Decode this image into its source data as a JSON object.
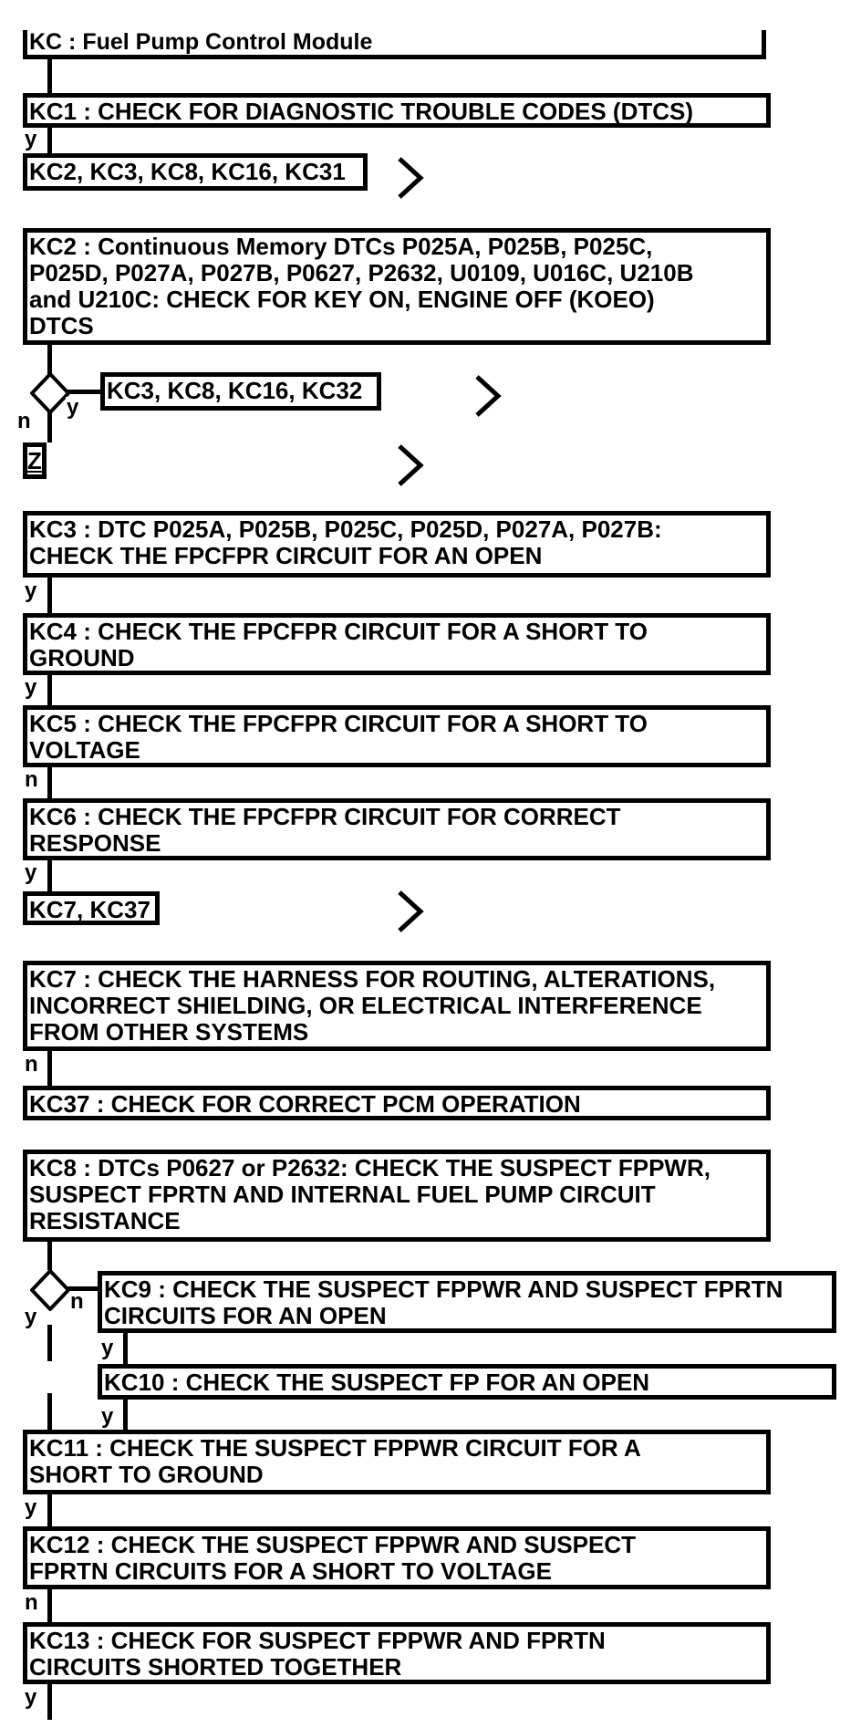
{
  "title": {
    "text": "KC : Fuel Pump Control Module"
  },
  "nodes": {
    "kc1": {
      "lines": [
        "KC1 : CHECK FOR DIAGNOSTIC TROUBLE CODES (DTCS)"
      ]
    },
    "kc2_list": {
      "lines": [
        "KC2, KC3, KC8, KC16, KC31"
      ]
    },
    "kc2": {
      "lines": [
        "KC2 : Continuous Memory DTCs P025A, P025B, P025C,",
        "P025D, P027A, P027B, P0627, P2632, U0109, U016C, U210B",
        "and U210C: CHECK FOR KEY ON, ENGINE OFF (KOEO)",
        "DTCS"
      ]
    },
    "kc3_list": {
      "lines": [
        "KC3, KC8, KC16, KC32"
      ]
    },
    "z_ref": {
      "text": "Z"
    },
    "kc3": {
      "lines": [
        "KC3 : DTC P025A, P025B, P025C, P025D, P027A, P027B:",
        "CHECK THE FPCFPR CIRCUIT FOR AN OPEN"
      ]
    },
    "kc4": {
      "lines": [
        "KC4 : CHECK THE FPCFPR CIRCUIT FOR A SHORT TO",
        "GROUND"
      ]
    },
    "kc5": {
      "lines": [
        "KC5 : CHECK THE FPCFPR CIRCUIT FOR A SHORT TO",
        "VOLTAGE"
      ]
    },
    "kc6": {
      "lines": [
        "KC6 : CHECK THE FPCFPR CIRCUIT FOR CORRECT",
        "RESPONSE"
      ]
    },
    "kc7_list": {
      "lines": [
        "KC7, KC37"
      ]
    },
    "kc7": {
      "lines": [
        "KC7 : CHECK THE HARNESS FOR ROUTING, ALTERATIONS,",
        "INCORRECT SHIELDING, OR ELECTRICAL INTERFERENCE",
        "FROM OTHER SYSTEMS"
      ]
    },
    "kc37": {
      "lines": [
        "KC37 : CHECK FOR CORRECT PCM OPERATION"
      ]
    },
    "kc8": {
      "lines": [
        "KC8 : DTCs P0627 or P2632: CHECK THE SUSPECT FPPWR,",
        "SUSPECT FPRTN AND INTERNAL FUEL PUMP CIRCUIT",
        "RESISTANCE"
      ]
    },
    "kc9": {
      "lines": [
        "KC9 : CHECK THE SUSPECT FPPWR AND SUSPECT FPRTN",
        "CIRCUITS FOR AN OPEN"
      ]
    },
    "kc10": {
      "lines": [
        "KC10 : CHECK THE SUSPECT FP FOR AN OPEN"
      ]
    },
    "kc11": {
      "lines": [
        "KC11 : CHECK THE SUSPECT FPPWR CIRCUIT FOR A",
        "SHORT TO GROUND"
      ]
    },
    "kc12": {
      "lines": [
        "KC12 : CHECK THE SUSPECT FPPWR AND SUSPECT",
        "FPRTN CIRCUITS FOR A SHORT TO VOLTAGE"
      ]
    },
    "kc13": {
      "lines": [
        "KC13 : CHECK FOR SUSPECT FPPWR AND FPRTN",
        "CIRCUITS SHORTED TOGETHER"
      ]
    }
  },
  "branch_labels": {
    "after_kc1": "y",
    "d1_no": "n",
    "d1_yes": "y",
    "after_kc3": "y",
    "after_kc4": "y",
    "after_kc5": "n",
    "after_kc6": "y",
    "after_kc7": "n",
    "d2_no": "n",
    "d2_yes": "y",
    "after_kc9": "y",
    "after_kc10": "y",
    "after_kc11": "y",
    "after_kc12": "n",
    "after_kc13": "y"
  },
  "colors": {
    "ink": "#000000",
    "background": "#ffffff"
  }
}
